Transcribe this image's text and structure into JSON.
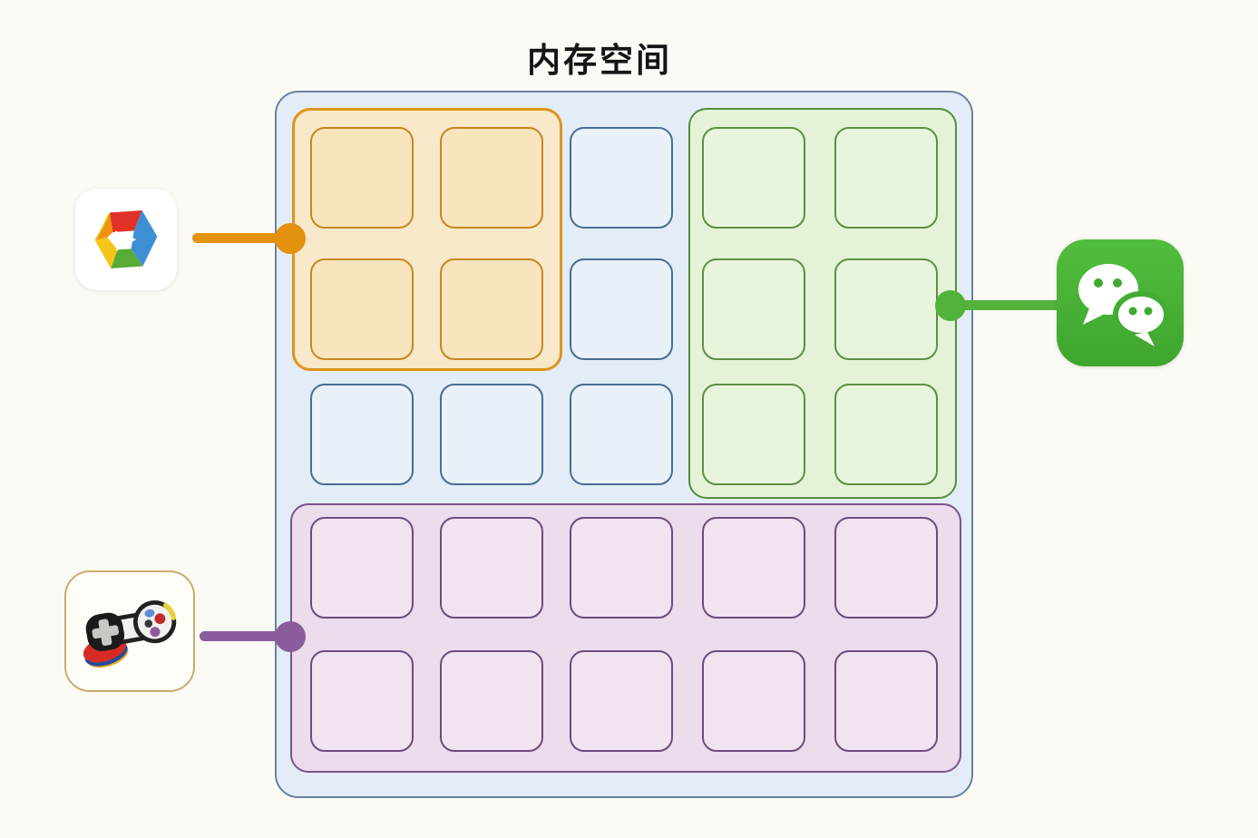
{
  "title": "内存空间",
  "diagram": {
    "type": "memory-allocation",
    "grid": {
      "columns": 5,
      "rows": 5,
      "total_cells": 25,
      "free_cells": 5
    },
    "allocations": [
      {
        "app": "colorful-hexagon-app",
        "icon": "pinwheel-app-icon",
        "cells": 4,
        "grid_area": "rows 1-2, cols 1-2",
        "accent_color": "#e2920f",
        "region_fill": "#f8e9cb",
        "region_border": "#df941c"
      },
      {
        "app": "wechat",
        "icon": "wechat-icon",
        "cells": 6,
        "grid_area": "rows 1-3, cols 4-5",
        "accent_color": "#52b23c",
        "region_fill": "#e4f3d8",
        "region_border": "#568c39"
      },
      {
        "app": "game",
        "icon": "gamepad-icon",
        "cells": 10,
        "grid_area": "rows 4-5, cols 1-5",
        "accent_color": "#8a5c9c",
        "region_fill": "#ecdcec",
        "region_border": "#7b538d"
      }
    ]
  },
  "colors": {
    "page_background": "#fbfaf4",
    "container_fill": "#e3edf8",
    "container_border": "#67819f",
    "free_cell_fill": "#e9f1f9",
    "free_cell_border": "#486d96",
    "wechat_green": "#47b235"
  }
}
